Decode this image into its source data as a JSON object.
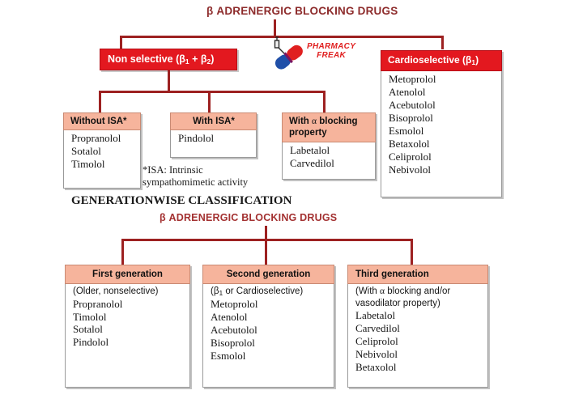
{
  "colors": {
    "red_header": "#e3181f",
    "peach_header": "#f6b49c",
    "connector": "#9d2121",
    "title_top": "#8d2b2b",
    "title_bottom": "#a33131",
    "logo_red": "#e02020",
    "logo_blue": "#1f4fa8"
  },
  "top_chart": {
    "title": "β ADRENERGIC BLOCKING DRUGS",
    "nonselective": {
      "label_pre": "Non selective (β",
      "label_sub1": "1",
      "label_mid": " + β",
      "label_sub2": "2",
      "label_post": ")"
    },
    "cardioselective": {
      "label_pre": "Cardioselective (β",
      "label_sub": "1",
      "label_post": ")",
      "drugs": [
        "Metoprolol",
        "Atenolol",
        "Acebutolol",
        "Bisoprolol",
        "Esmolol",
        "Betaxolol",
        "Celiprolol",
        "Nebivolol"
      ]
    },
    "without_isa": {
      "title": "Without ISA*",
      "drugs": [
        "Propranolol",
        "Sotalol",
        "Timolol"
      ]
    },
    "with_isa": {
      "title": "With ISA*",
      "drugs": [
        "Pindolol"
      ]
    },
    "with_alpha": {
      "title_pre": "With ",
      "title_alpha": "α",
      "title_post": " blocking",
      "title_line2": "property",
      "drugs": [
        "Labetalol",
        "Carvedilol"
      ]
    },
    "footnote_line1": "*ISA: Intrinsic",
    "footnote_line2": "sympathomimetic activity"
  },
  "generation_section": {
    "heading": "GENERATIONWISE CLASSIFICATION",
    "title": "β ADRENERGIC BLOCKING DRUGS",
    "first": {
      "title": "First generation",
      "note": "(Older, nonselective)",
      "drugs": [
        "Propranolol",
        "Timolol",
        "Sotalol",
        "Pindolol"
      ]
    },
    "second": {
      "title": "Second generation",
      "note_pre": "(β",
      "note_sub": "1",
      "note_post": " or Cardioselective)",
      "drugs": [
        "Metoprolol",
        "Atenolol",
        "Acebutolol",
        "Bisoprolol",
        "Esmolol"
      ]
    },
    "third": {
      "title": "Third generation",
      "note_pre": "(With ",
      "note_alpha": "α",
      "note_post": " blocking and/or",
      "note_line2": "vasodilator property)",
      "drugs": [
        "Labetalol",
        "Carvedilol",
        "Celiprolol",
        "Nebivolol",
        "Betaxolol"
      ]
    }
  },
  "logo": {
    "line1": "PHARMACY",
    "line2": "FREAK",
    "icon": "capsule-syringe-icon"
  }
}
